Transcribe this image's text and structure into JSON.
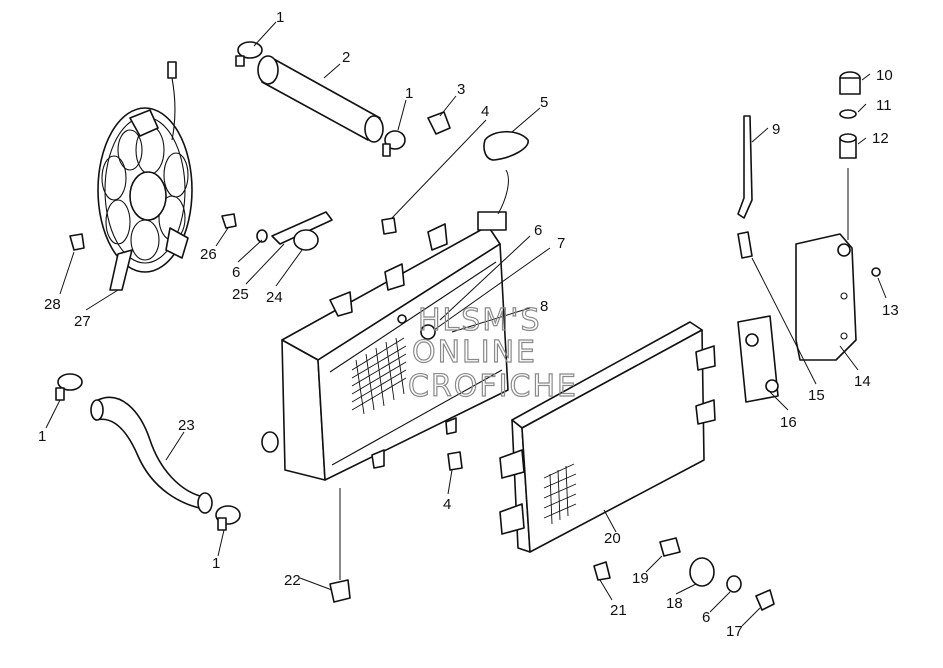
{
  "watermark": {
    "line1": "HLSM'S",
    "line2": "ONLINE",
    "line3": "CROFICHE"
  },
  "callouts": [
    {
      "id": "c1a",
      "label": "1"
    },
    {
      "id": "c2",
      "label": "2"
    },
    {
      "id": "c1b",
      "label": "1"
    },
    {
      "id": "c3",
      "label": "3"
    },
    {
      "id": "c4a",
      "label": "4"
    },
    {
      "id": "c5",
      "label": "5"
    },
    {
      "id": "c6a",
      "label": "6"
    },
    {
      "id": "c7",
      "label": "7"
    },
    {
      "id": "c8",
      "label": "8"
    },
    {
      "id": "c9",
      "label": "9"
    },
    {
      "id": "c10",
      "label": "10"
    },
    {
      "id": "c11",
      "label": "11"
    },
    {
      "id": "c12",
      "label": "12"
    },
    {
      "id": "c13",
      "label": "13"
    },
    {
      "id": "c14",
      "label": "14"
    },
    {
      "id": "c15",
      "label": "15"
    },
    {
      "id": "c16",
      "label": "16"
    },
    {
      "id": "c26",
      "label": "26"
    },
    {
      "id": "c6b",
      "label": "6"
    },
    {
      "id": "c25",
      "label": "25"
    },
    {
      "id": "c24",
      "label": "24"
    },
    {
      "id": "c28",
      "label": "28"
    },
    {
      "id": "c27",
      "label": "27"
    },
    {
      "id": "c1c",
      "label": "1"
    },
    {
      "id": "c23",
      "label": "23"
    },
    {
      "id": "c1d",
      "label": "1"
    },
    {
      "id": "c4b",
      "label": "4"
    },
    {
      "id": "c20",
      "label": "20"
    },
    {
      "id": "c22",
      "label": "22"
    },
    {
      "id": "c19",
      "label": "19"
    },
    {
      "id": "c18",
      "label": "18"
    },
    {
      "id": "c21",
      "label": "21"
    },
    {
      "id": "c6c",
      "label": "6"
    },
    {
      "id": "c17",
      "label": "17"
    }
  ]
}
